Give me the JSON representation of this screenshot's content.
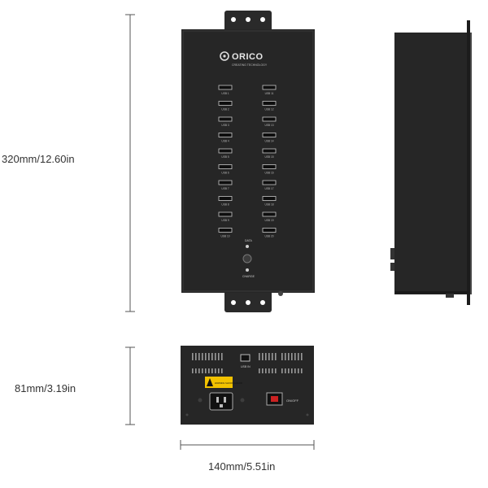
{
  "dimensions": {
    "height": "320mm/12.60in",
    "depth": "81mm/3.19in",
    "width": "140mm/5.51in"
  },
  "brand": {
    "name": "ORICO",
    "tagline": "CREATING TECHNOLOGY"
  },
  "ports": {
    "left_labels": [
      "USB 1",
      "USB 2",
      "USB 3",
      "USB 4",
      "USB 5",
      "USB 6",
      "USB 7",
      "USB 8",
      "USB 9",
      "USB 10"
    ],
    "right_labels": [
      "USB 11",
      "USB 12",
      "USB 13",
      "USB 14",
      "USB 15",
      "USB 16",
      "USB 17",
      "USB 18",
      "USB 19",
      "USB 20"
    ]
  },
  "indicators": {
    "data_label": "DATA",
    "charge_label": "CHARGE"
  },
  "rear_panel": {
    "upstream_label": "USB IN",
    "warning_label": "WARNING SHOCK HAZARD",
    "switch_label": "ON/OFF"
  },
  "colors": {
    "body": "#262626",
    "background": "#ffffff",
    "dimension_line": "#555555",
    "warning": "#f2c200"
  }
}
